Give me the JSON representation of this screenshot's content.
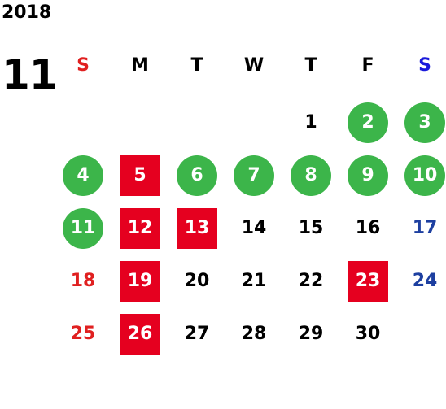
{
  "year": "2018",
  "month": "11",
  "weekdays": [
    {
      "label": "S",
      "color": "red"
    },
    {
      "label": "M",
      "color": "black"
    },
    {
      "label": "T",
      "color": "black"
    },
    {
      "label": "W",
      "color": "black"
    },
    {
      "label": "T",
      "color": "black"
    },
    {
      "label": "F",
      "color": "black"
    },
    {
      "label": "S",
      "color": "blue-hdr"
    }
  ],
  "weeks": [
    [
      null,
      null,
      null,
      null,
      {
        "d": "1"
      },
      {
        "d": "2",
        "mark": "event"
      },
      {
        "d": "3",
        "mark": "event"
      }
    ],
    [
      {
        "d": "4",
        "mark": "event"
      },
      {
        "d": "5",
        "mark": "holiday"
      },
      {
        "d": "6",
        "mark": "event"
      },
      {
        "d": "7",
        "mark": "event"
      },
      {
        "d": "8",
        "mark": "event"
      },
      {
        "d": "9",
        "mark": "event"
      },
      {
        "d": "10",
        "mark": "event"
      }
    ],
    [
      {
        "d": "11",
        "mark": "event"
      },
      {
        "d": "12",
        "mark": "holiday"
      },
      {
        "d": "13",
        "mark": "holiday"
      },
      {
        "d": "14"
      },
      {
        "d": "15"
      },
      {
        "d": "16"
      },
      {
        "d": "17"
      }
    ],
    [
      {
        "d": "18"
      },
      {
        "d": "19",
        "mark": "holiday"
      },
      {
        "d": "20"
      },
      {
        "d": "21"
      },
      {
        "d": "22"
      },
      {
        "d": "23",
        "mark": "holiday"
      },
      {
        "d": "24"
      }
    ],
    [
      {
        "d": "25"
      },
      {
        "d": "26",
        "mark": "holiday"
      },
      {
        "d": "27"
      },
      {
        "d": "28"
      },
      {
        "d": "29"
      },
      {
        "d": "30"
      },
      null
    ]
  ],
  "colors": {
    "holiday": "#e5001f",
    "event": "#3cb54a",
    "sunday_text": "#e02020",
    "saturday_text": "#1d3fa0",
    "saturday_header": "#1a1adb"
  },
  "legend": {
    "holiday_mark": "red-square",
    "event_mark": "green-circle"
  }
}
